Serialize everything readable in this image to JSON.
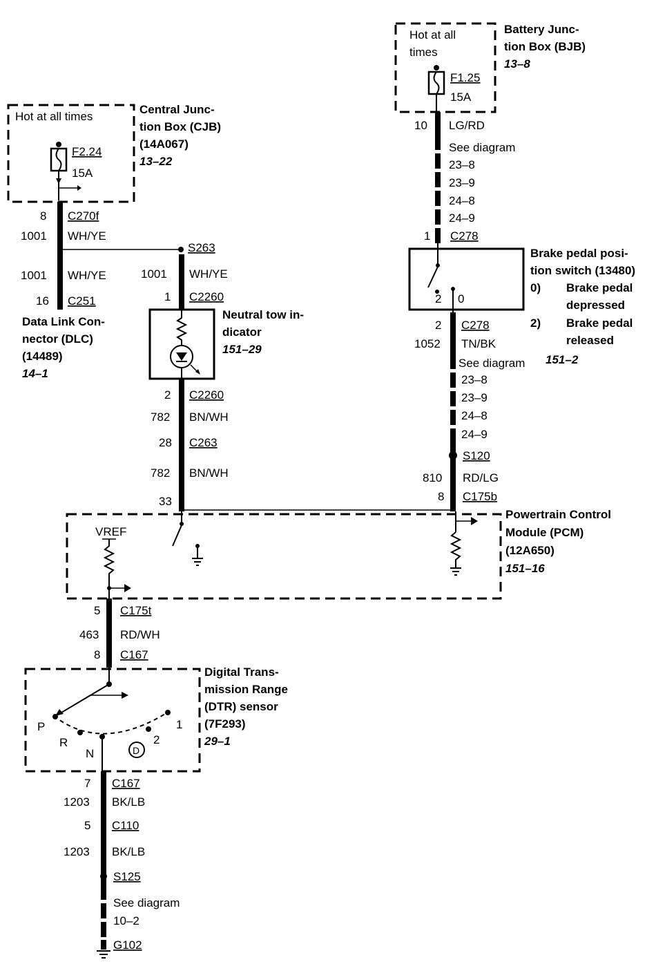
{
  "cjb": {
    "hot_label": "Hot at all times",
    "fuse": "F2.24",
    "amps": "15A",
    "name1": "Central Junc-",
    "name2": "tion Box (CJB)",
    "part": "(14A067)",
    "ref": "13–22"
  },
  "bjb": {
    "hot1": "Hot at all",
    "hot2": "times",
    "fuse": "F1.25",
    "amps": "15A",
    "name1": "Battery Junc-",
    "name2": "tion Box (BJB)",
    "ref": "13–8"
  },
  "left_wire": {
    "pin1": "8",
    "conn1": "C270f",
    "circ1": "1001",
    "color1": "WH/YE",
    "circ2": "1001",
    "color2": "WH/YE",
    "pin2": "16",
    "conn2": "C251"
  },
  "dlc": {
    "name1": "Data Link Con-",
    "name2": "nector (DLC)",
    "part": "(14489)",
    "ref": "14–1"
  },
  "mid_wire": {
    "splice": "S263",
    "circ1": "1001",
    "color1": "WH/YE",
    "pin1": "1",
    "conn1": "C2260",
    "pin2": "2",
    "conn2": "C2260",
    "circ2": "782",
    "color2": "BN/WH",
    "pin3": "28",
    "conn3": "C263",
    "circ3": "782",
    "color3": "BN/WH",
    "pin4": "33"
  },
  "neutral": {
    "name1": "Neutral tow in-",
    "name2": "dicator",
    "ref": "151–29"
  },
  "right_wire": {
    "pin1": "10",
    "color1": "LG/RD",
    "see": "See diagram",
    "refs1": [
      "23–8",
      "23–9",
      "24–8",
      "24–9"
    ],
    "pin2": "1",
    "conn2": "C278",
    "sw_pin2": "2",
    "sw_pin0": "0",
    "pin3": "2",
    "conn3": "C278",
    "circ3": "1052",
    "color3": "TN/BK",
    "see2": "See diagram",
    "refs2": [
      "23–8",
      "23–9",
      "24–8",
      "24–9"
    ],
    "splice": "S120",
    "circ4": "810",
    "color4": "RD/LG",
    "pin5": "8",
    "conn5": "C175b"
  },
  "brake": {
    "name1": "Brake pedal posi-",
    "name2": "tion switch (13480)",
    "s0": "0)",
    "s0a": "Brake pedal",
    "s0b": "depressed",
    "s2": "2)",
    "s2a": "Brake pedal",
    "s2b": "released",
    "ref": "151–2"
  },
  "pcm": {
    "vref": "VREF",
    "name1": "Powertrain Control",
    "name2": "Module (PCM)",
    "part": "(12A650)",
    "ref": "151–16"
  },
  "lower_wire": {
    "pin1": "5",
    "conn1": "C175t",
    "circ1": "463",
    "color1": "RD/WH",
    "pin2": "8",
    "conn2": "C167"
  },
  "dtr": {
    "name1": "Digital Trans-",
    "name2": "mission Range",
    "name3": "(DTR) sensor",
    "part": "(7F293)",
    "ref": "29–1",
    "pos_p": "P",
    "pos_r": "R",
    "pos_n": "N",
    "pos_d": "D",
    "pos_2": "2",
    "pos_1": "1"
  },
  "ground_wire": {
    "pin1": "7",
    "conn1": "C167",
    "circ1": "1203",
    "color1": "BK/LB",
    "pin2": "5",
    "conn2": "C110",
    "circ2": "1203",
    "color2": "BK/LB",
    "splice": "S125",
    "see": "See diagram",
    "ref": "10–2",
    "ground": "G102"
  }
}
